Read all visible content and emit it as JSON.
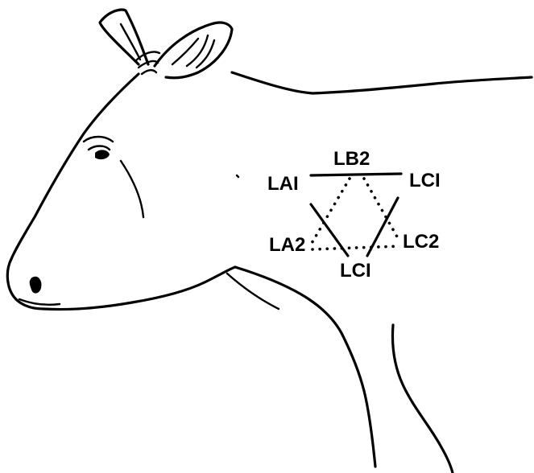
{
  "diagram": {
    "subject": "cow-head-and-neck",
    "colors": {
      "ink": "#000000",
      "background": "#ffffff"
    },
    "electrode_labels": {
      "top": "LB2",
      "upper_left": "LAI",
      "upper_right": "LCI",
      "lower_left": "LA2",
      "lower_right": "LC2",
      "bottom": "LCI"
    },
    "line_styles": {
      "triangle_a": "solid",
      "triangle_b": "dotted"
    }
  }
}
